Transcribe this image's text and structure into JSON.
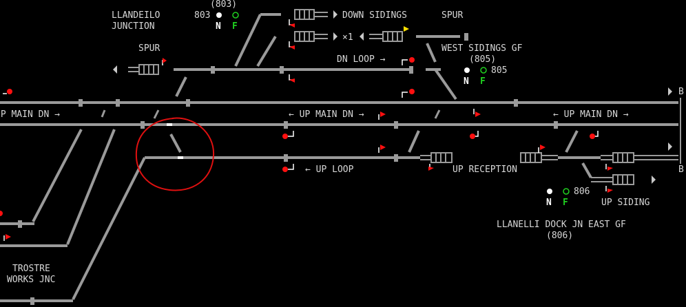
{
  "colors": {
    "background": "#000000",
    "track": "#9a9a9a",
    "occupied_track": "#ffffff",
    "signal_red": "#ff1010",
    "signal_yellow": "#ffe000",
    "lever_green": "#20d020",
    "text": "#d8d8d8",
    "highlight_circle": "#e01010"
  },
  "locations": {
    "llandeilo_line1": "LLANDEILO",
    "llandeilo_line2": "JUNCTION",
    "trostre_line1": "TROSTRE",
    "trostre_line2": "WORKS JNC",
    "llanelli_dock_line1": "LLANELLI DOCK JN EAST GF",
    "llanelli_dock_line2": "(806)",
    "west_sidings_line1": "WEST SIDINGS GF",
    "west_sidings_line2": "(805)"
  },
  "ground_frames": {
    "gf803": {
      "header": "(803)",
      "number": "803",
      "normal": "N",
      "free": "F"
    },
    "gf805": {
      "number": "805",
      "normal": "N",
      "free": "F"
    },
    "gf806": {
      "number": "806",
      "normal": "N",
      "free": "F"
    }
  },
  "line_labels": {
    "down_sidings": "DOWN SIDINGS",
    "spur_top_right": "SPUR",
    "spur_left": "SPUR",
    "x1": "×1",
    "dn_loop": "DN LOOP →",
    "up_main_dn_left": "UP MAIN DN →",
    "up_main_dn_mid": "← UP MAIN DN →",
    "up_main_dn_right": "← UP MAIN DN →",
    "up_loop": "← UP LOOP",
    "up_reception": "UP RECEPTION",
    "up_siding": "UP SIDING",
    "edge_b_top": "B",
    "edge_b_bottom": "B"
  },
  "icons": {
    "signal": "signal-head-icon",
    "ground_frame_indicator": "indicator-circle-icon",
    "direction_arrow": "direction-arrow-icon",
    "buffer_stop": "buffer-stop-icon"
  }
}
